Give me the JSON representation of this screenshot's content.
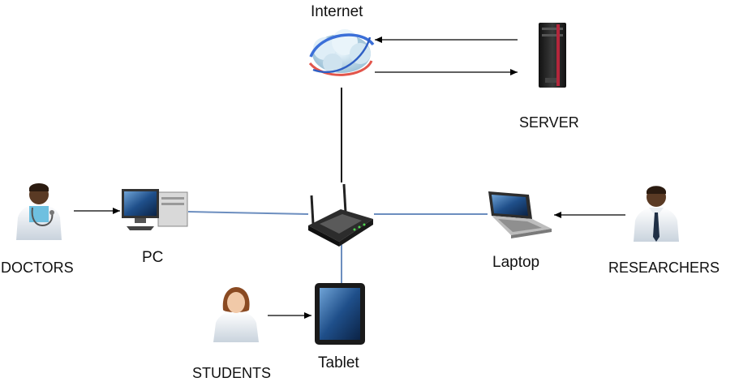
{
  "nodes": {
    "internet": {
      "label": "Internet",
      "icon": "cloud-globe-icon"
    },
    "server": {
      "label": "SERVER",
      "icon": "server-rack-icon"
    },
    "router": {
      "label": "",
      "icon": "wireless-router-icon"
    },
    "pc": {
      "label": "PC",
      "icon": "desktop-pc-icon"
    },
    "laptop": {
      "label": "Laptop",
      "icon": "laptop-icon"
    },
    "tablet": {
      "label": "Tablet",
      "icon": "tablet-icon"
    },
    "doctors": {
      "label": "DOCTORS",
      "icon": "doctor-person-icon"
    },
    "researchers": {
      "label": "RESEARCHERS",
      "icon": "researcher-person-icon"
    },
    "students": {
      "label": "STUDENTS",
      "icon": "student-person-icon"
    }
  },
  "colors": {
    "line_black": "#000000",
    "line_blue": "#6c8ebf",
    "skin_dark": "#5a3a24",
    "skin_light": "#f1c9a8",
    "coat": "#eef2f6",
    "server_body": "#2a2a2a",
    "server_accent": "#c0392b"
  }
}
